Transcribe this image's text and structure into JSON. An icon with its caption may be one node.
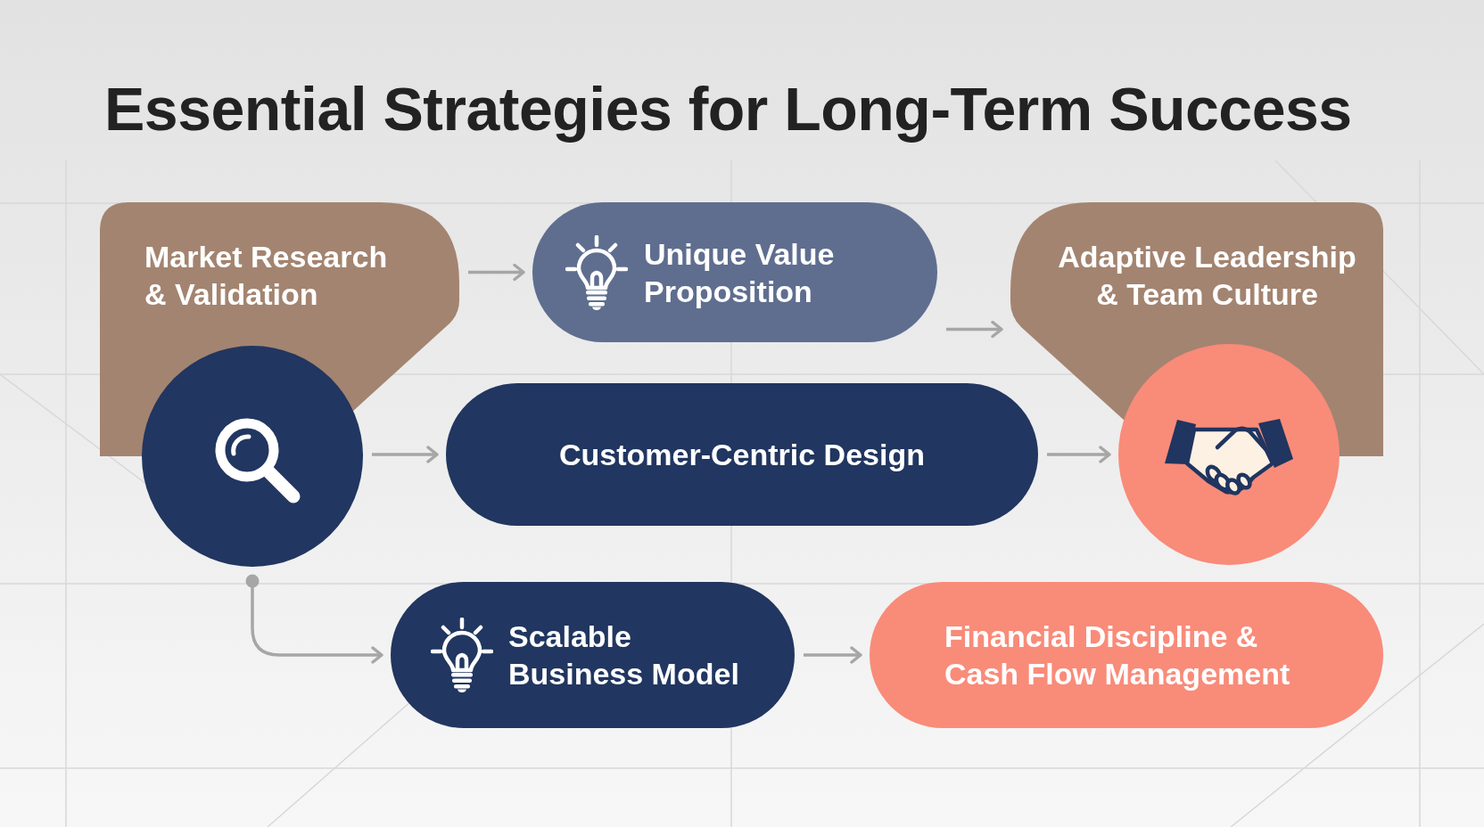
{
  "diagram": {
    "title": "Essential Strategies for Long-Term Success",
    "nodes": [
      {
        "text": [
          "Market Research & Validation"
        ]
      },
      {
        "text": [
          "Unique Value Proposition"
        ]
      },
      {
        "text": [
          "Adaptive Leadership & Team Culture"
        ]
      },
      {
        "text": [],
        "shape": "circle"
      },
      {
        "text": [
          "Customer-Centric Design"
        ]
      },
      {
        "text": [],
        "shape": "circle"
      },
      {
        "text": [
          "Scalable Business Model"
        ]
      },
      {
        "text": [
          "Financial Discipline & Cash Flow Management"
        ]
      }
    ],
    "edges": [
      {
        "from": 0,
        "to": 1,
        "arrow": "to"
      },
      {
        "from": 1,
        "to": 2,
        "arrow": "to"
      },
      {
        "from": 3,
        "to": 4,
        "arrow": "to"
      },
      {
        "from": 4,
        "to": 5,
        "arrow": "to"
      },
      {
        "from": 3,
        "to": 6,
        "arrow": "to"
      },
      {
        "from": 6,
        "to": 7,
        "arrow": "to"
      }
    ]
  }
}
